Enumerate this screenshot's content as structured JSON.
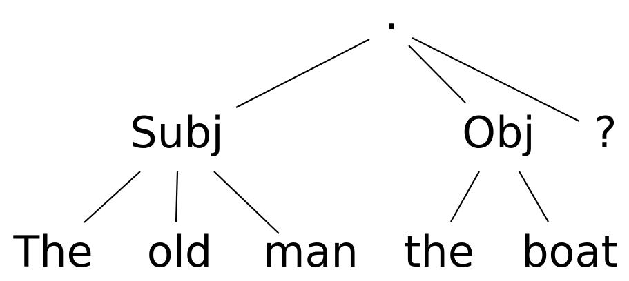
{
  "tree": {
    "root": {
      "label": "."
    },
    "phrases": [
      {
        "id": "subj",
        "label": "Subj"
      },
      {
        "id": "obj",
        "label": "Obj"
      },
      {
        "id": "question",
        "label": "?"
      }
    ],
    "words": [
      {
        "label": "The"
      },
      {
        "label": "old"
      },
      {
        "label": "man"
      },
      {
        "label": "the"
      },
      {
        "label": "boat"
      }
    ]
  }
}
